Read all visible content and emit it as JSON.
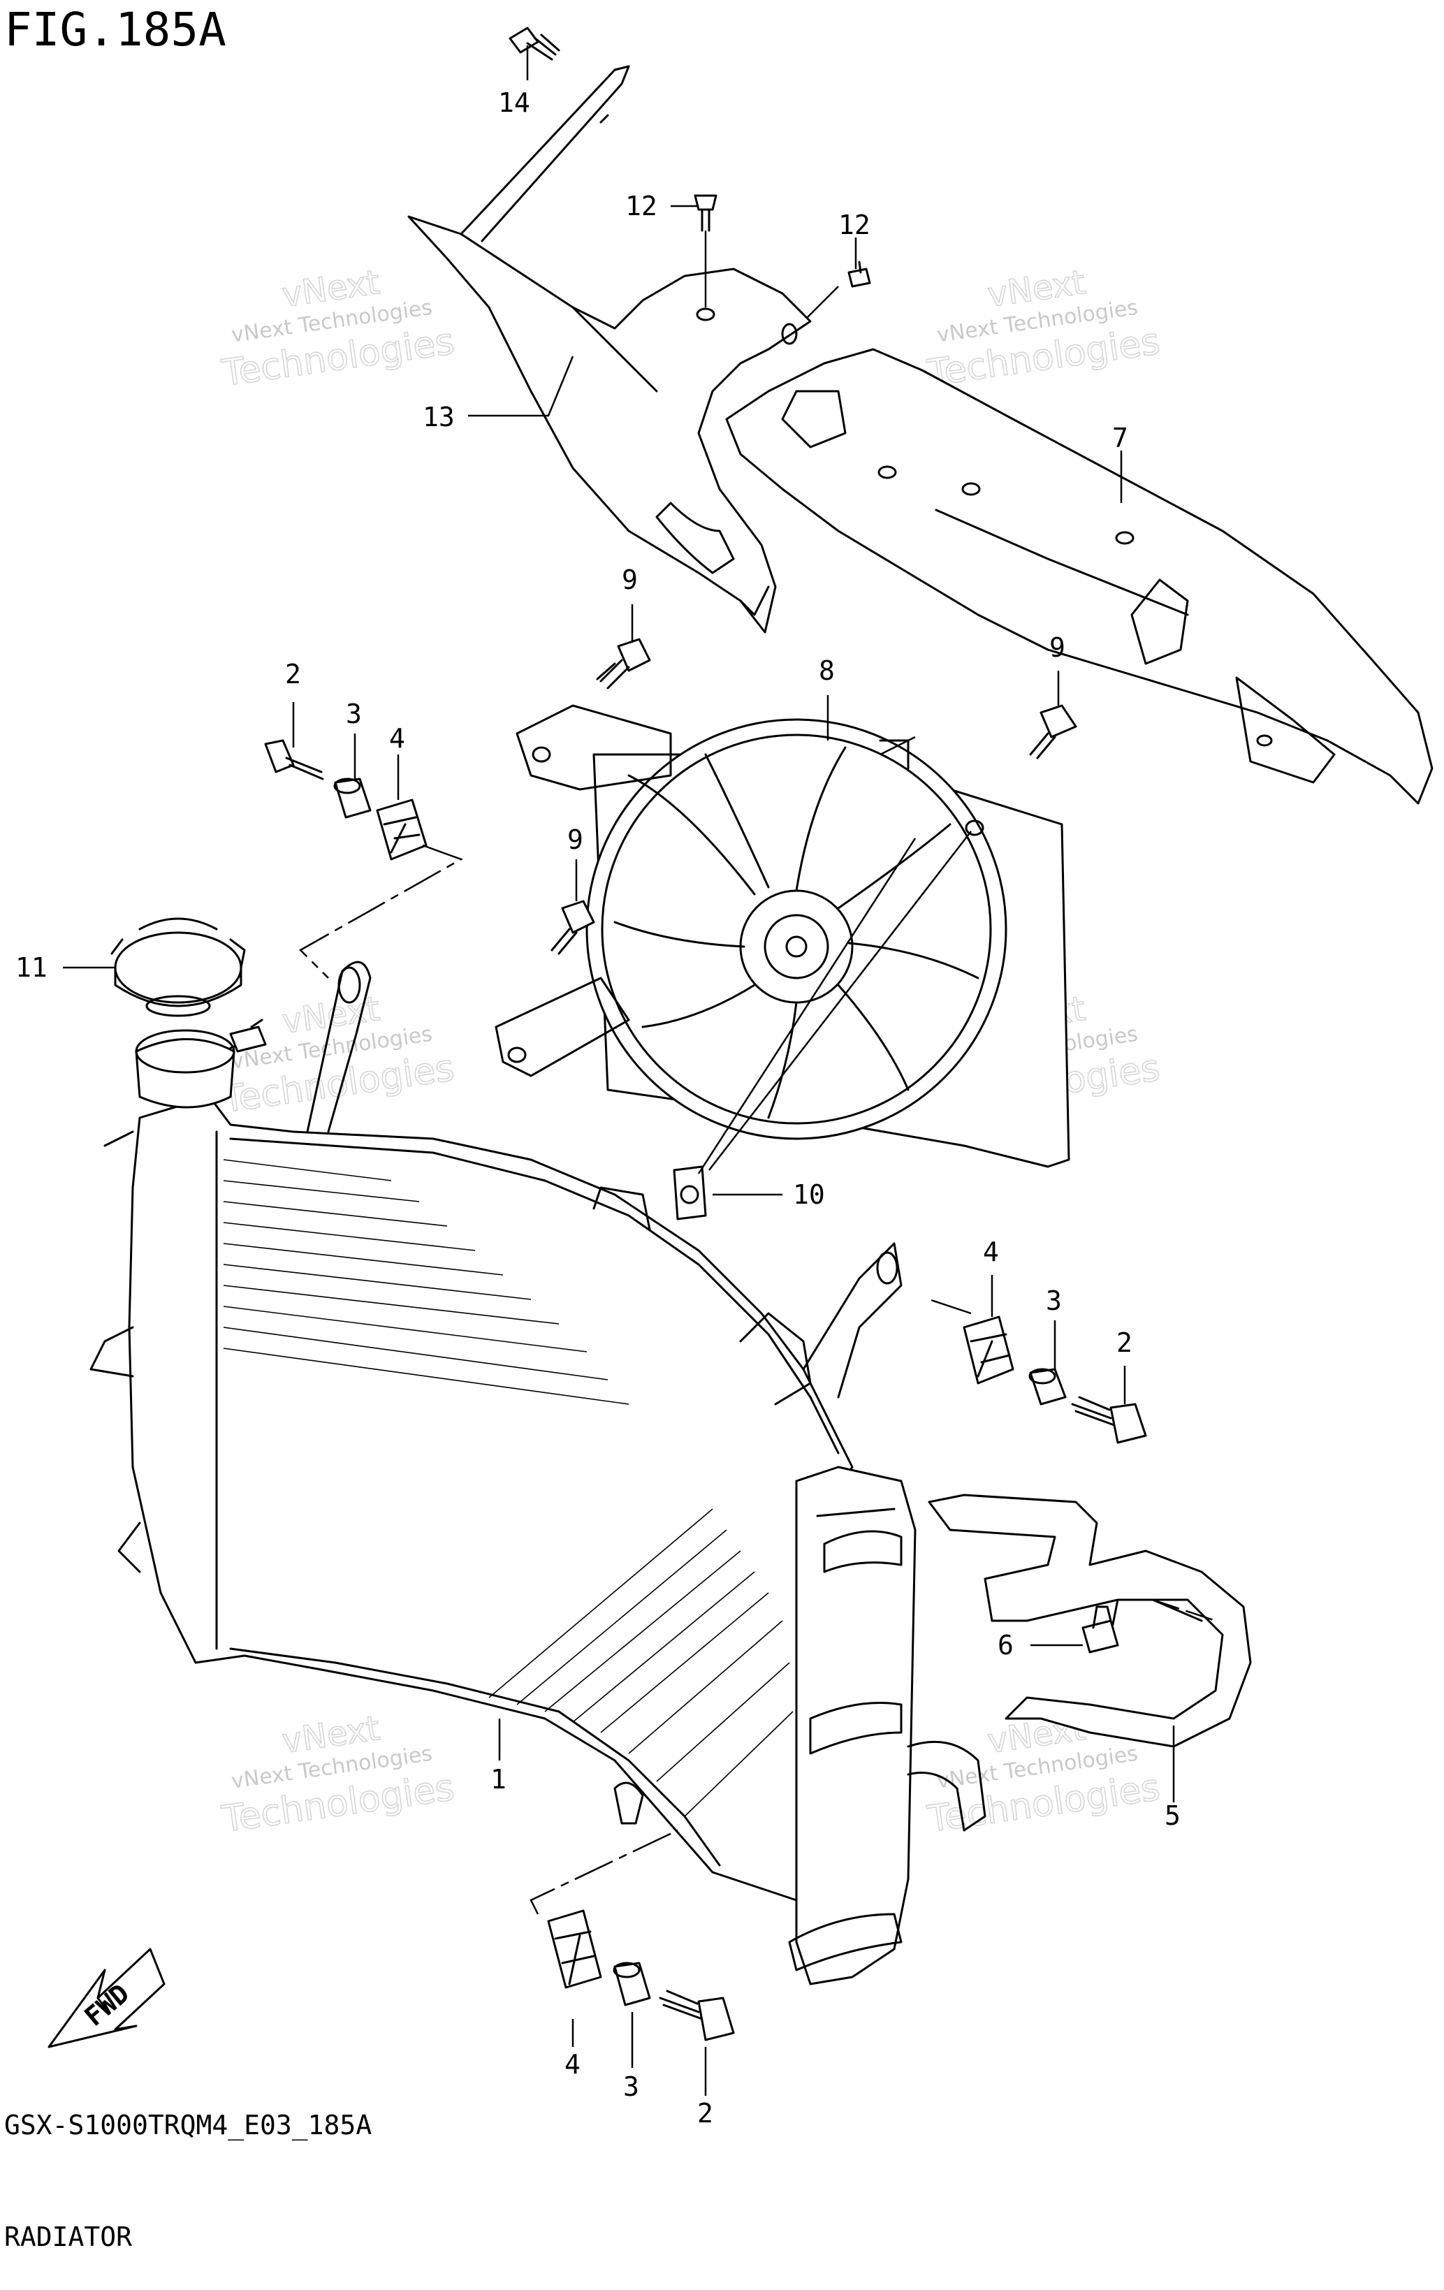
{
  "figure": {
    "title": "FIG.185A",
    "code": "GSX-S1000TRQM4_E03_185A",
    "subtitle": "RADIATOR"
  },
  "watermark": {
    "line1": "vNext Technologies",
    "line2": "vNext",
    "line3": "Technologies"
  },
  "fwd_label": "FWD",
  "callouts": [
    {
      "id": "c14",
      "text": "14"
    },
    {
      "id": "c12a",
      "text": "12"
    },
    {
      "id": "c12b",
      "text": "12"
    },
    {
      "id": "c13",
      "text": "13"
    },
    {
      "id": "c7",
      "text": "7"
    },
    {
      "id": "c9a",
      "text": "9"
    },
    {
      "id": "c8",
      "text": "8"
    },
    {
      "id": "c9b",
      "text": "9"
    },
    {
      "id": "c2a",
      "text": "2"
    },
    {
      "id": "c3a",
      "text": "3"
    },
    {
      "id": "c4a",
      "text": "4"
    },
    {
      "id": "c9c",
      "text": "9"
    },
    {
      "id": "c11",
      "text": "11"
    },
    {
      "id": "c10",
      "text": "10"
    },
    {
      "id": "c4b",
      "text": "4"
    },
    {
      "id": "c3b",
      "text": "3"
    },
    {
      "id": "c2b",
      "text": "2"
    },
    {
      "id": "c6",
      "text": "6"
    },
    {
      "id": "c1",
      "text": "1"
    },
    {
      "id": "c5",
      "text": "5"
    },
    {
      "id": "c4c",
      "text": "4"
    },
    {
      "id": "c3c",
      "text": "3"
    },
    {
      "id": "c2c",
      "text": "2"
    }
  ]
}
